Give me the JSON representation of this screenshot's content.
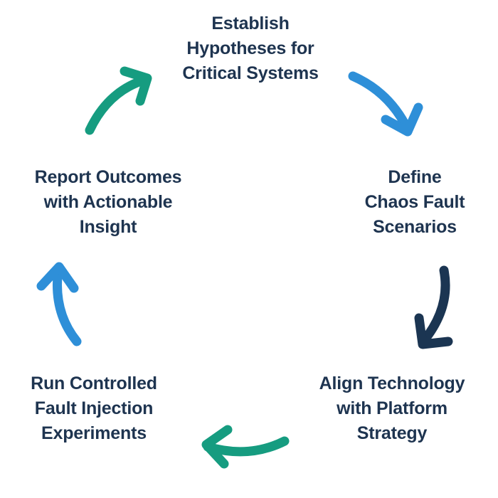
{
  "colors": {
    "text": "#1e3450",
    "blue": "#2e8fd8",
    "green": "#169c80",
    "navy": "#1b3552"
  },
  "steps": [
    {
      "lines": [
        "Establish",
        "Hypotheses for",
        "Critical Systems"
      ]
    },
    {
      "lines": [
        "Define",
        "Chaos Fault",
        "Scenarios"
      ]
    },
    {
      "lines": [
        "Align Technology",
        "with Platform",
        "Strategy"
      ]
    },
    {
      "lines": [
        "Run Controlled",
        "Fault Injection",
        "Experiments"
      ]
    },
    {
      "lines": [
        "Report Outcomes",
        "with Actionable",
        "Insight"
      ]
    }
  ],
  "arrows": [
    {
      "from": "step-1",
      "to": "step-2",
      "color": "blue"
    },
    {
      "from": "step-2",
      "to": "step-3",
      "color": "navy"
    },
    {
      "from": "step-3",
      "to": "step-4",
      "color": "green"
    },
    {
      "from": "step-4",
      "to": "step-5",
      "color": "blue"
    },
    {
      "from": "step-5",
      "to": "step-1",
      "color": "green"
    }
  ]
}
